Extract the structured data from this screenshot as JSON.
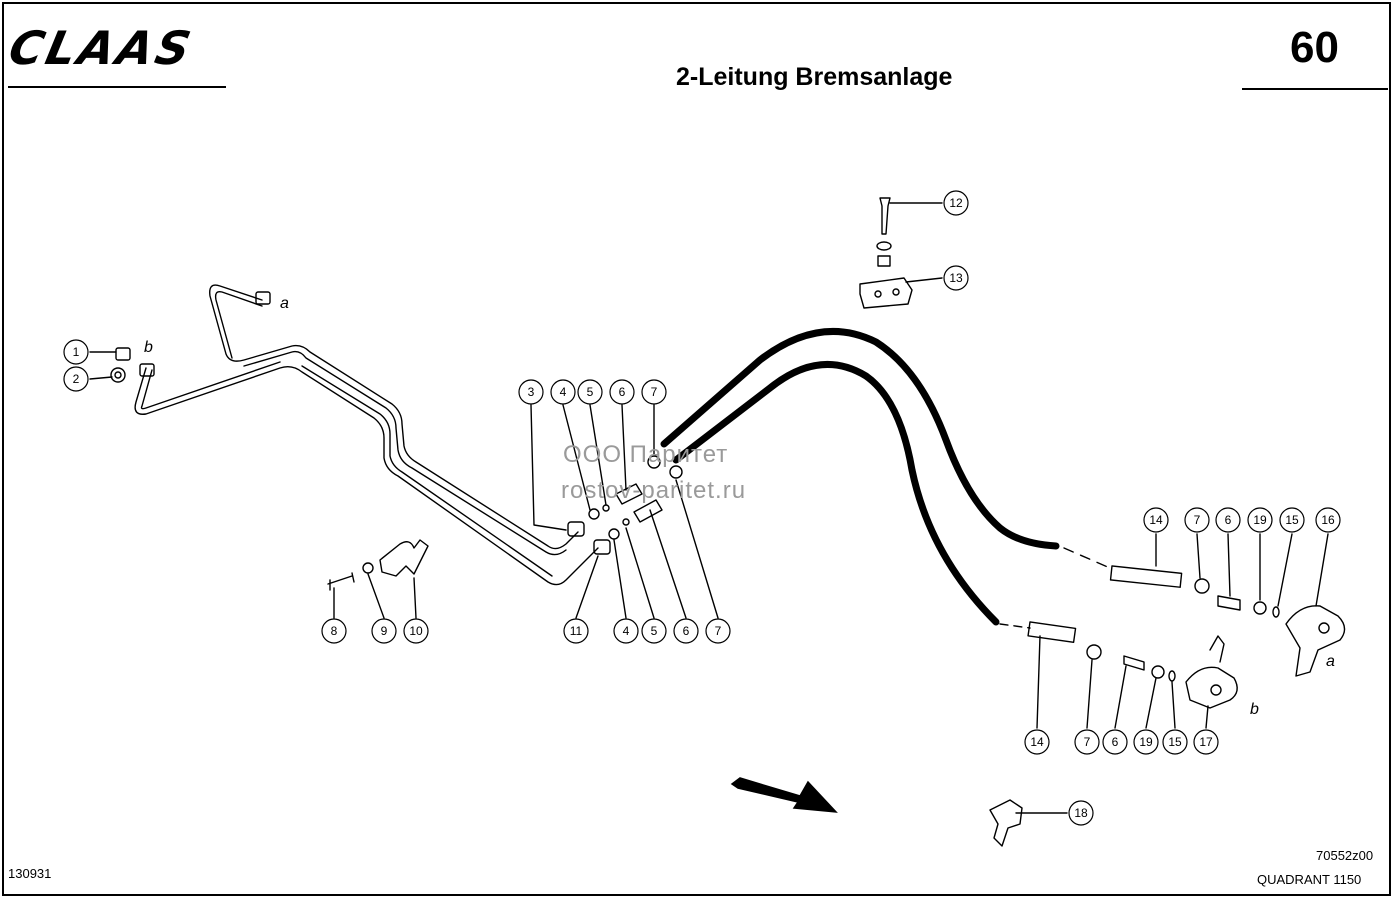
{
  "header": {
    "brand": "CLAAS",
    "page_number": "60",
    "title": "2-Leitung Bremsanlage"
  },
  "footer": {
    "left_code": "130931",
    "doc_code": "70552z00",
    "model": "QUADRANT 1150"
  },
  "watermark": {
    "line1": "ООО Паритет",
    "line2": "rostov-paritet.ru"
  },
  "letters": {
    "a": "a",
    "b": "b"
  },
  "callouts": {
    "c1": "1",
    "c2": "2",
    "c3": "3",
    "c4a": "4",
    "c5a": "5",
    "c6a": "6",
    "c7a": "7",
    "c8": "8",
    "c9": "9",
    "c10": "10",
    "c11": "11",
    "c4b": "4",
    "c5b": "5",
    "c6b": "6",
    "c7b": "7",
    "c12": "12",
    "c13": "13",
    "c14a": "14",
    "c7c": "7",
    "c6c": "6",
    "c19a": "19",
    "c15a": "15",
    "c16": "16",
    "c14b": "14",
    "c7d": "7",
    "c6d": "6",
    "c19b": "19",
    "c15b": "15",
    "c17": "17",
    "c18": "18"
  },
  "colors": {
    "ink": "#000000",
    "watermark": "#9a9a9a",
    "background": "#ffffff"
  }
}
